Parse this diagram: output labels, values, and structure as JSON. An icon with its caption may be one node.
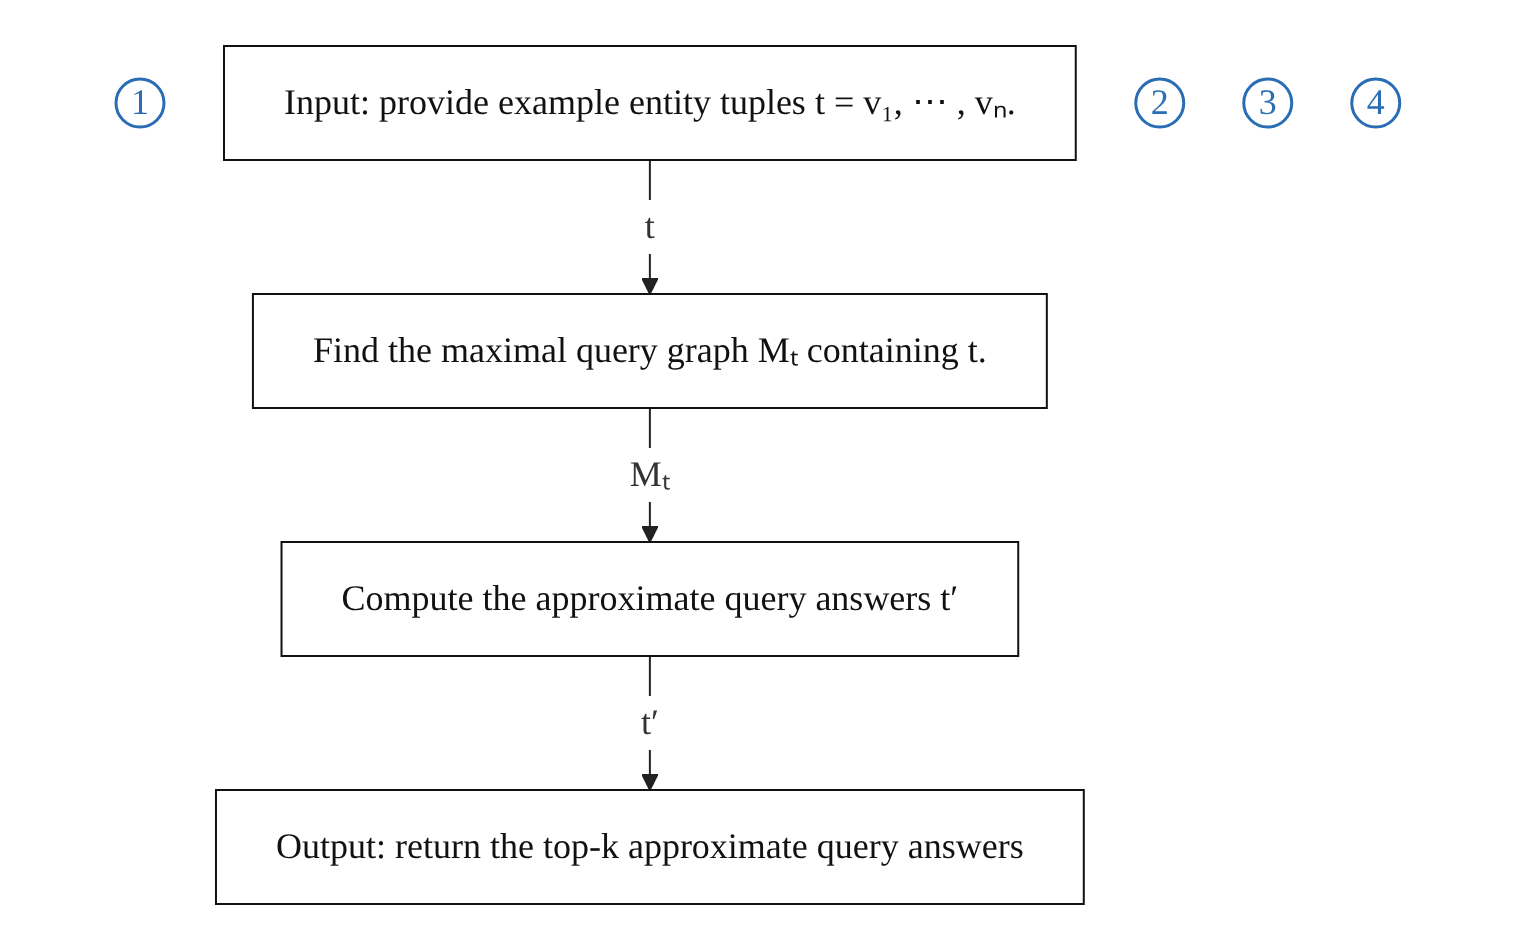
{
  "diagram": {
    "nodes": [
      {
        "text": [
          "1"
        ]
      },
      {
        "text": [
          "Input: provide example entity tuples t = v₁, ⋯ , vₙ."
        ]
      },
      {
        "text": [
          "2"
        ]
      },
      {
        "text": [
          "Find the maximal query graph Mₜ containing t."
        ]
      },
      {
        "text": [
          "3"
        ]
      },
      {
        "text": [
          "Compute the approximate query answers t′"
        ]
      },
      {
        "text": [
          "4"
        ]
      },
      {
        "text": [
          "Output: return the top-k approximate query answers"
        ]
      }
    ],
    "edges": [
      {
        "from": 1,
        "to": 3,
        "arrow": "to",
        "label": "t"
      },
      {
        "from": 3,
        "to": 5,
        "arrow": "to",
        "label": "Mₜ"
      },
      {
        "from": 5,
        "to": 7,
        "arrow": "to",
        "label": "t′"
      }
    ]
  }
}
